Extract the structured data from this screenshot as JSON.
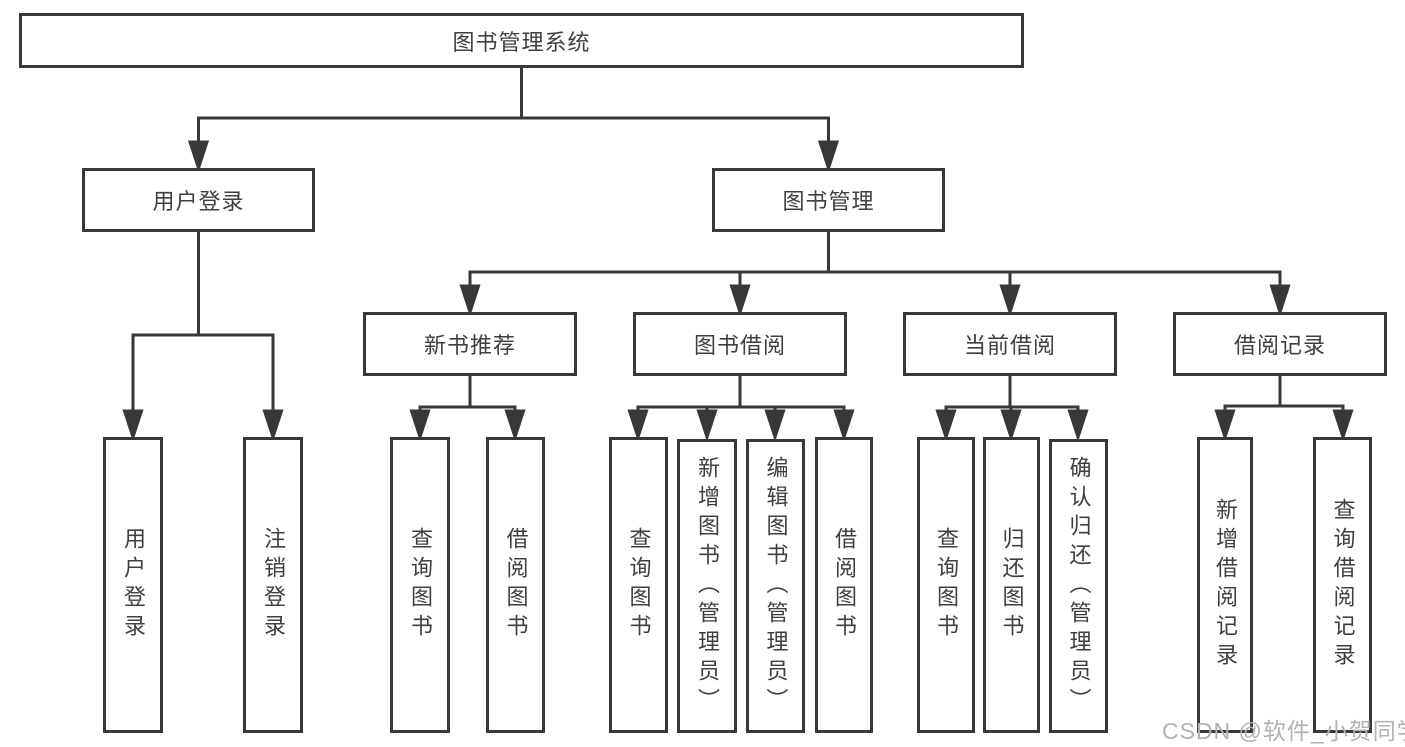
{
  "diagram": {
    "type": "hierarchy-tree",
    "orientation": "top-down",
    "colors": {
      "background": "#ffffff",
      "line": "#383838",
      "box_border": "#383838",
      "box_fill": "#ffffff",
      "text": "#3f3f3f",
      "watermark": "#b2b2b2"
    },
    "tree": {
      "label": "图书管理系统",
      "children": [
        {
          "label": "用户登录",
          "children": [
            {
              "label": "用户登录"
            },
            {
              "label": "注销登录"
            }
          ]
        },
        {
          "label": "图书管理",
          "children": [
            {
              "label": "新书推荐",
              "children": [
                {
                  "label": "查询图书"
                },
                {
                  "label": "借阅图书"
                }
              ]
            },
            {
              "label": "图书借阅",
              "children": [
                {
                  "label": "查询图书"
                },
                {
                  "label": "新增图书（管理员）"
                },
                {
                  "label": "编辑图书（管理员）"
                },
                {
                  "label": "借阅图书"
                }
              ]
            },
            {
              "label": "当前借阅",
              "children": [
                {
                  "label": "查询图书"
                },
                {
                  "label": "归还图书"
                },
                {
                  "label": "确认归还（管理员）"
                }
              ]
            },
            {
              "label": "借阅记录",
              "children": [
                {
                  "label": "新增借阅记录"
                },
                {
                  "label": "查询借阅记录"
                }
              ]
            }
          ]
        }
      ]
    }
  },
  "watermark": {
    "text": "CSDN @软件_小贺同学"
  }
}
